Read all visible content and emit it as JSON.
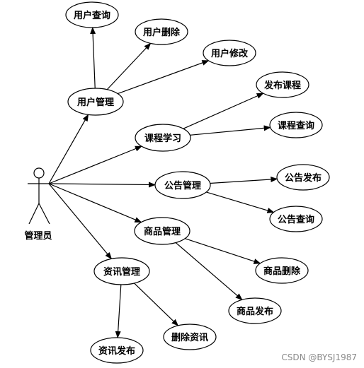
{
  "actor": {
    "name": "actor-admin",
    "label": "管理员"
  },
  "nodes": [
    {
      "name": "usecase-user-query",
      "label": "用户查询"
    },
    {
      "name": "usecase-user-delete",
      "label": "用户删除"
    },
    {
      "name": "usecase-user-modify",
      "label": "用户修改"
    },
    {
      "name": "usecase-user-manage",
      "label": "用户管理"
    },
    {
      "name": "usecase-course-publish",
      "label": "发布课程"
    },
    {
      "name": "usecase-course-study",
      "label": "课程学习"
    },
    {
      "name": "usecase-course-query",
      "label": "课程查询"
    },
    {
      "name": "usecase-notice-manage",
      "label": "公告管理"
    },
    {
      "name": "usecase-notice-publish",
      "label": "公告发布"
    },
    {
      "name": "usecase-notice-query",
      "label": "公告查询"
    },
    {
      "name": "usecase-goods-manage",
      "label": "商品管理"
    },
    {
      "name": "usecase-goods-delete",
      "label": "商品删除"
    },
    {
      "name": "usecase-goods-publish",
      "label": "商品发布"
    },
    {
      "name": "usecase-news-manage",
      "label": "资讯管理"
    },
    {
      "name": "usecase-news-publish",
      "label": "资讯发布"
    },
    {
      "name": "usecase-news-delete",
      "label": "删除资讯"
    }
  ],
  "edges": [
    [
      "actor-admin",
      "usecase-user-manage"
    ],
    [
      "actor-admin",
      "usecase-course-study"
    ],
    [
      "actor-admin",
      "usecase-notice-manage"
    ],
    [
      "actor-admin",
      "usecase-goods-manage"
    ],
    [
      "actor-admin",
      "usecase-news-manage"
    ],
    [
      "usecase-user-manage",
      "usecase-user-query"
    ],
    [
      "usecase-user-manage",
      "usecase-user-delete"
    ],
    [
      "usecase-user-manage",
      "usecase-user-modify"
    ],
    [
      "usecase-course-study",
      "usecase-course-publish"
    ],
    [
      "usecase-course-study",
      "usecase-course-query"
    ],
    [
      "usecase-notice-manage",
      "usecase-notice-publish"
    ],
    [
      "usecase-notice-manage",
      "usecase-notice-query"
    ],
    [
      "usecase-goods-manage",
      "usecase-goods-delete"
    ],
    [
      "usecase-goods-manage",
      "usecase-goods-publish"
    ],
    [
      "usecase-news-manage",
      "usecase-news-publish"
    ],
    [
      "usecase-news-manage",
      "usecase-news-delete"
    ]
  ],
  "watermark": "CSDN @BYSJ1987",
  "colors": {
    "line": "#000000",
    "node_fill": "#ffffff",
    "watermark": "#8a8a8a"
  }
}
